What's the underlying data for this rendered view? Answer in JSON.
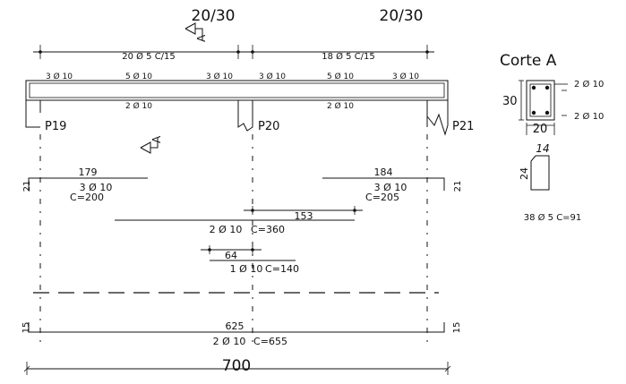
{
  "section_header": {
    "left": "20/30",
    "right": "20/30"
  },
  "stirrups": {
    "left": "20 Ø 5 C/15",
    "right": "18 Ø 5 C/15"
  },
  "top_bars": [
    "3 Ø 10",
    "5 Ø 10",
    "3 Ø 10",
    "3 Ø 10",
    "5 Ø 10",
    "3 Ø 10"
  ],
  "bottom_bars": {
    "left": "2 Ø 10",
    "right": "2 Ø 10"
  },
  "columns": {
    "p19": "P19",
    "p20": "P20",
    "p21": "P21"
  },
  "cut_marker": "A",
  "section": {
    "title": "Corte A",
    "height": "30",
    "width": "20",
    "top_rebar": "2 Ø 10",
    "bottom_rebar": "2 Ø 10",
    "stirrup_width": "14",
    "stirrup_height": "24",
    "stirrup_spec": "38 Ø 5 C=91"
  },
  "bars": {
    "bar1": {
      "length": "179",
      "spec": "3 Ø 10",
      "total": "C=200",
      "hook": "21"
    },
    "bar2": {
      "length": "184",
      "spec": "3 Ø 10",
      "total": "C=205",
      "hook": "21"
    },
    "bar3": {
      "length": "153",
      "spec": "2 Ø 10",
      "total": "C=360"
    },
    "bar4": {
      "length": "64",
      "spec": "1 Ø 10",
      "total": "C=140"
    },
    "bar5": {
      "length": "625",
      "spec": "2 Ø 10",
      "total": "C=655",
      "hook_left": "15",
      "hook_right": "15"
    }
  },
  "overall_length": "700"
}
